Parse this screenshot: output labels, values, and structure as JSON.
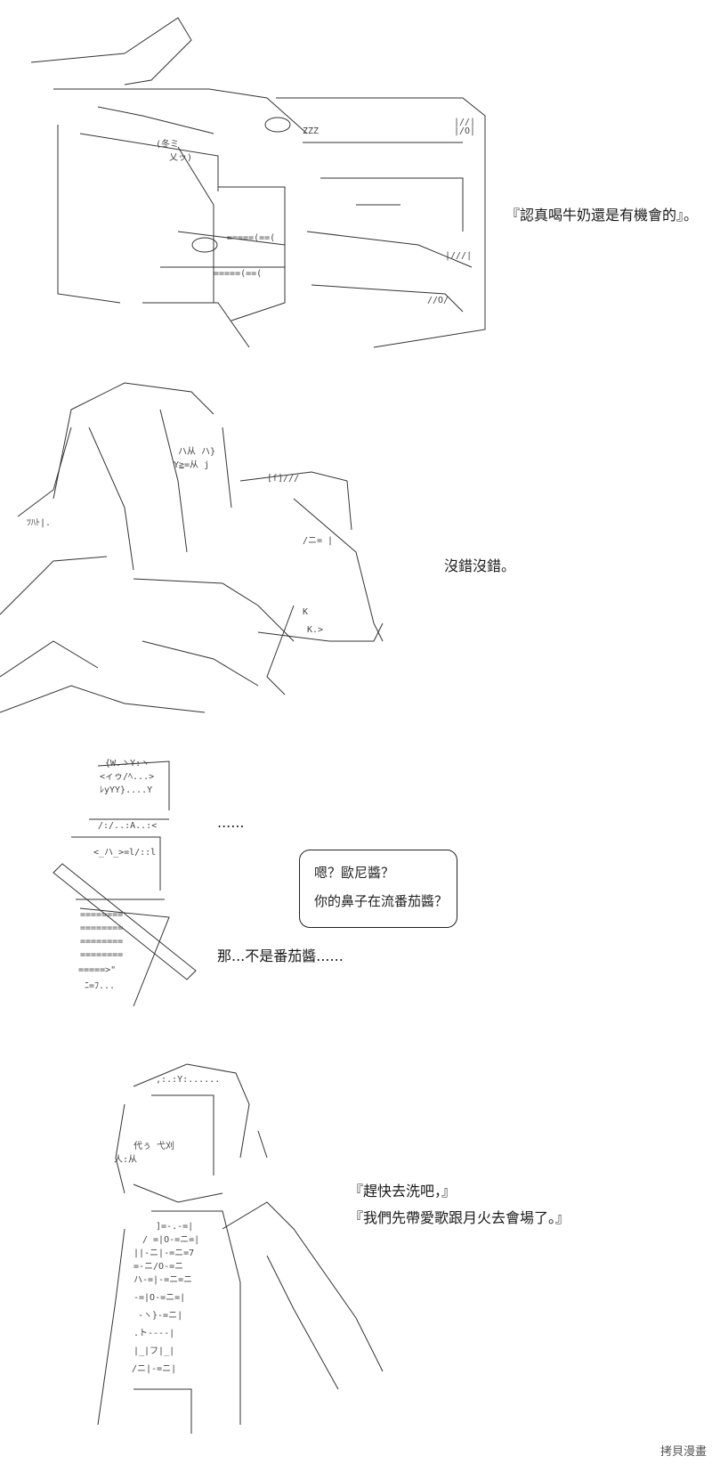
{
  "panels": [
    {
      "caption": "『認真喝牛奶還是有機會的』。"
    },
    {
      "caption": "沒錯沒錯。"
    },
    {
      "caption_top": "......",
      "bubble_lines": [
        "嗯？歐尼醬？",
        "你的鼻子在流番茄醬？"
      ],
      "caption_bottom": "那...不是番茄醬......"
    },
    {
      "caption_lines": [
        "『趕快去洗吧，』",
        "『我們先帶愛歌跟月火去會場了。』"
      ]
    }
  ],
  "watermark": "拷貝漫畫"
}
